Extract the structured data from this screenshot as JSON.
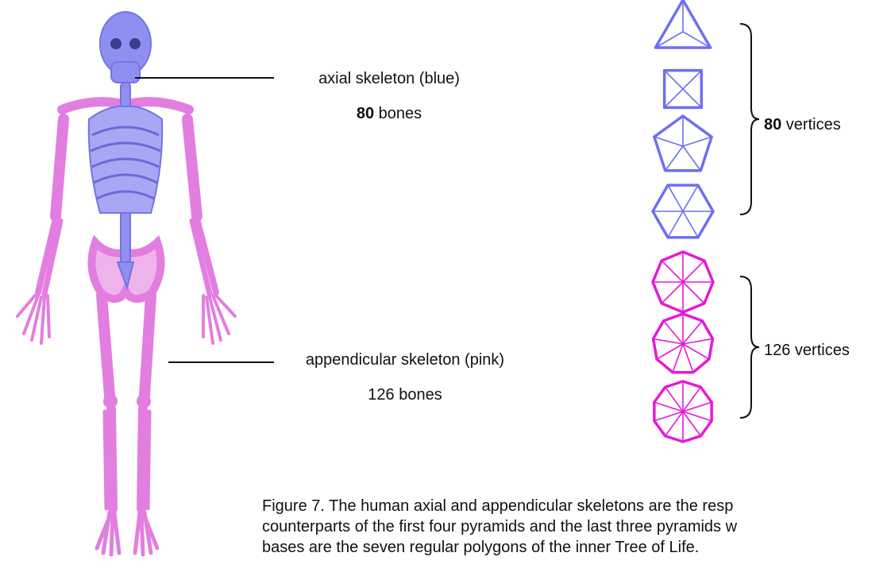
{
  "labels": {
    "axial_title": "axial skeleton (blue)",
    "axial_count": "80",
    "axial_unit": " bones",
    "appendicular_title": "appendicular skeleton (pink)",
    "appendicular_count": "126 bones",
    "axial_vertices_count": "80",
    "axial_vertices_unit": " vertices",
    "appendicular_vertices": "126 vertices"
  },
  "caption": {
    "line1": "Figure 7. The human axial and appendicular skeletons are the resp",
    "line2": "counterparts of the first four pyramids and the last three pyramids w",
    "line3": "bases are the seven regular polygons of the inner Tree of Life."
  },
  "colors": {
    "axial": "#6e6ef2",
    "appendicular": "#e619d6",
    "bone_blue": "#8f8ff0",
    "bone_pink": "#e27ee0"
  },
  "polygons": [
    {
      "name": "triangle",
      "sides": 3,
      "group": "axial"
    },
    {
      "name": "square",
      "sides": 4,
      "group": "axial"
    },
    {
      "name": "pentagon",
      "sides": 5,
      "group": "axial"
    },
    {
      "name": "hexagon",
      "sides": 6,
      "group": "axial"
    },
    {
      "name": "octagon",
      "sides": 8,
      "group": "appendicular"
    },
    {
      "name": "nonagon",
      "sides": 9,
      "group": "appendicular"
    },
    {
      "name": "decagon",
      "sides": 10,
      "group": "appendicular"
    }
  ]
}
